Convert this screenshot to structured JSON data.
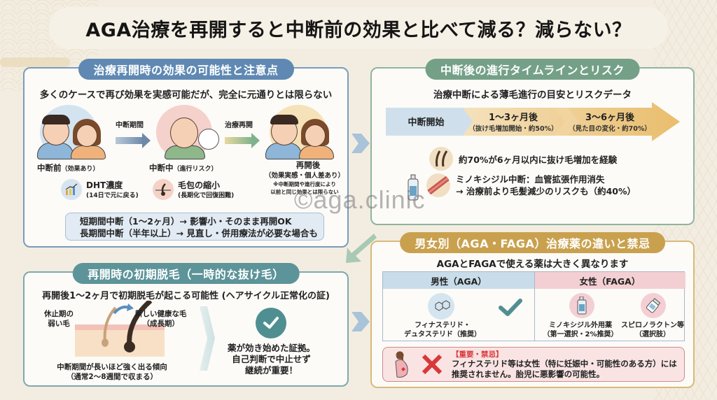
{
  "title": "AGA治療を再開すると中断前の効果と比べて減る？減らない？",
  "watermark": "©aga.clinic",
  "colors": {
    "panel1": "#5f89b3",
    "panel2": "#75a088",
    "panel3": "#5c9499",
    "panel4": "#c9a14e",
    "warning_red": "#d9383a",
    "check_teal": "#4f8f92"
  },
  "panel1": {
    "heading": "治療再開時の効果の可能性と注意点",
    "subtitle": "多くのケースで再び効果を実感可能だが、完全に元通りとは限らない",
    "arrow1_label": "中断期間",
    "arrow2_label": "治療再開",
    "stages": [
      {
        "label": "中断前",
        "note": "（効果あり）"
      },
      {
        "label": "中断中",
        "note": "（進行リスク）"
      },
      {
        "label": "再開後",
        "note": "（効果実感・個人差あり）",
        "footnote1": "※中断期間や進行度により",
        "footnote2": "以前と同じ効果とは限らない"
      }
    ],
    "factors": [
      {
        "icon": "bar-chart-icon",
        "title": "DHT濃度",
        "note": "(14日で元に戻る)"
      },
      {
        "icon": "hair-follicle-icon",
        "title": "毛包の縮小",
        "note": "(長期化で回復困難)"
      }
    ],
    "notes": [
      "短期間中断（1〜2ヶ月）→ 影響小・そのまま再開OK",
      "長期間中断（半年以上）→ 見直し・併用療法が必要な場合も"
    ]
  },
  "panel2": {
    "heading": "中断後の進行タイムラインとリスク",
    "subtitle": "治療中断による薄毛進行の目安とリスクデータ",
    "timeline": [
      {
        "label": "中断開始",
        "note": ""
      },
      {
        "label": "1〜3ヶ月後",
        "note": "（抜け毛増加開始・約50%）"
      },
      {
        "label": "3〜6ヶ月後",
        "note": "（見た目の変化・約70%）"
      }
    ],
    "risks": [
      {
        "icon": "hair-strands-icon",
        "line1": "約70%が6ヶ月以内に抜け毛増加を経験",
        "line2": ""
      },
      {
        "icon": "blood-vessel-icon",
        "line1": "ミノキシジル中断：血管拡張作用消失",
        "line2": "→ 治療前より毛髪減少のリスクも（約40%）"
      }
    ]
  },
  "panel3": {
    "heading": "再開時の初期脱毛（一時的な抜け毛）",
    "subtitle": "再開後1〜2ヶ月で初期脱毛が起こる可能性 (ヘアサイクル正常化の証)",
    "weak_hair_label1": "休止期の",
    "weak_hair_label2": "弱い毛",
    "new_hair_label1": "新しい健康な毛",
    "new_hair_label2": "（成長期）",
    "caption1": "中断期間が長いほど強く出る傾向",
    "caption2": "（通常2〜8週間で収まる）",
    "result1": "薬が効き始めた証拠。",
    "result2": "自己判断で中止せず",
    "result3": "継続が重要！"
  },
  "panel4": {
    "heading": "男女別（AGA・FAGA）治療薬の違いと禁忌",
    "subtitle": "AGAとFAGAで使える薬は大きく異なります",
    "male_header": "男性（AGA）",
    "female_header": "女性（FAGA）",
    "male_drug_1": "フィナステリド・",
    "male_drug_2": "デュタステリド（推奨）",
    "female_drugs": [
      {
        "line1": "ミノキシジル外用薬",
        "line2": "（第一選択・2%推奨）"
      },
      {
        "line1": "スピロノラクトン等",
        "line2": "（選択肢）"
      }
    ],
    "warning_title": "【重要・禁忌】",
    "warning_line1": "フィナステリド等は女性（特に妊娠中・可能性のある方）には",
    "warning_line2": "推奨されません。胎児に悪影響の可能性。"
  }
}
